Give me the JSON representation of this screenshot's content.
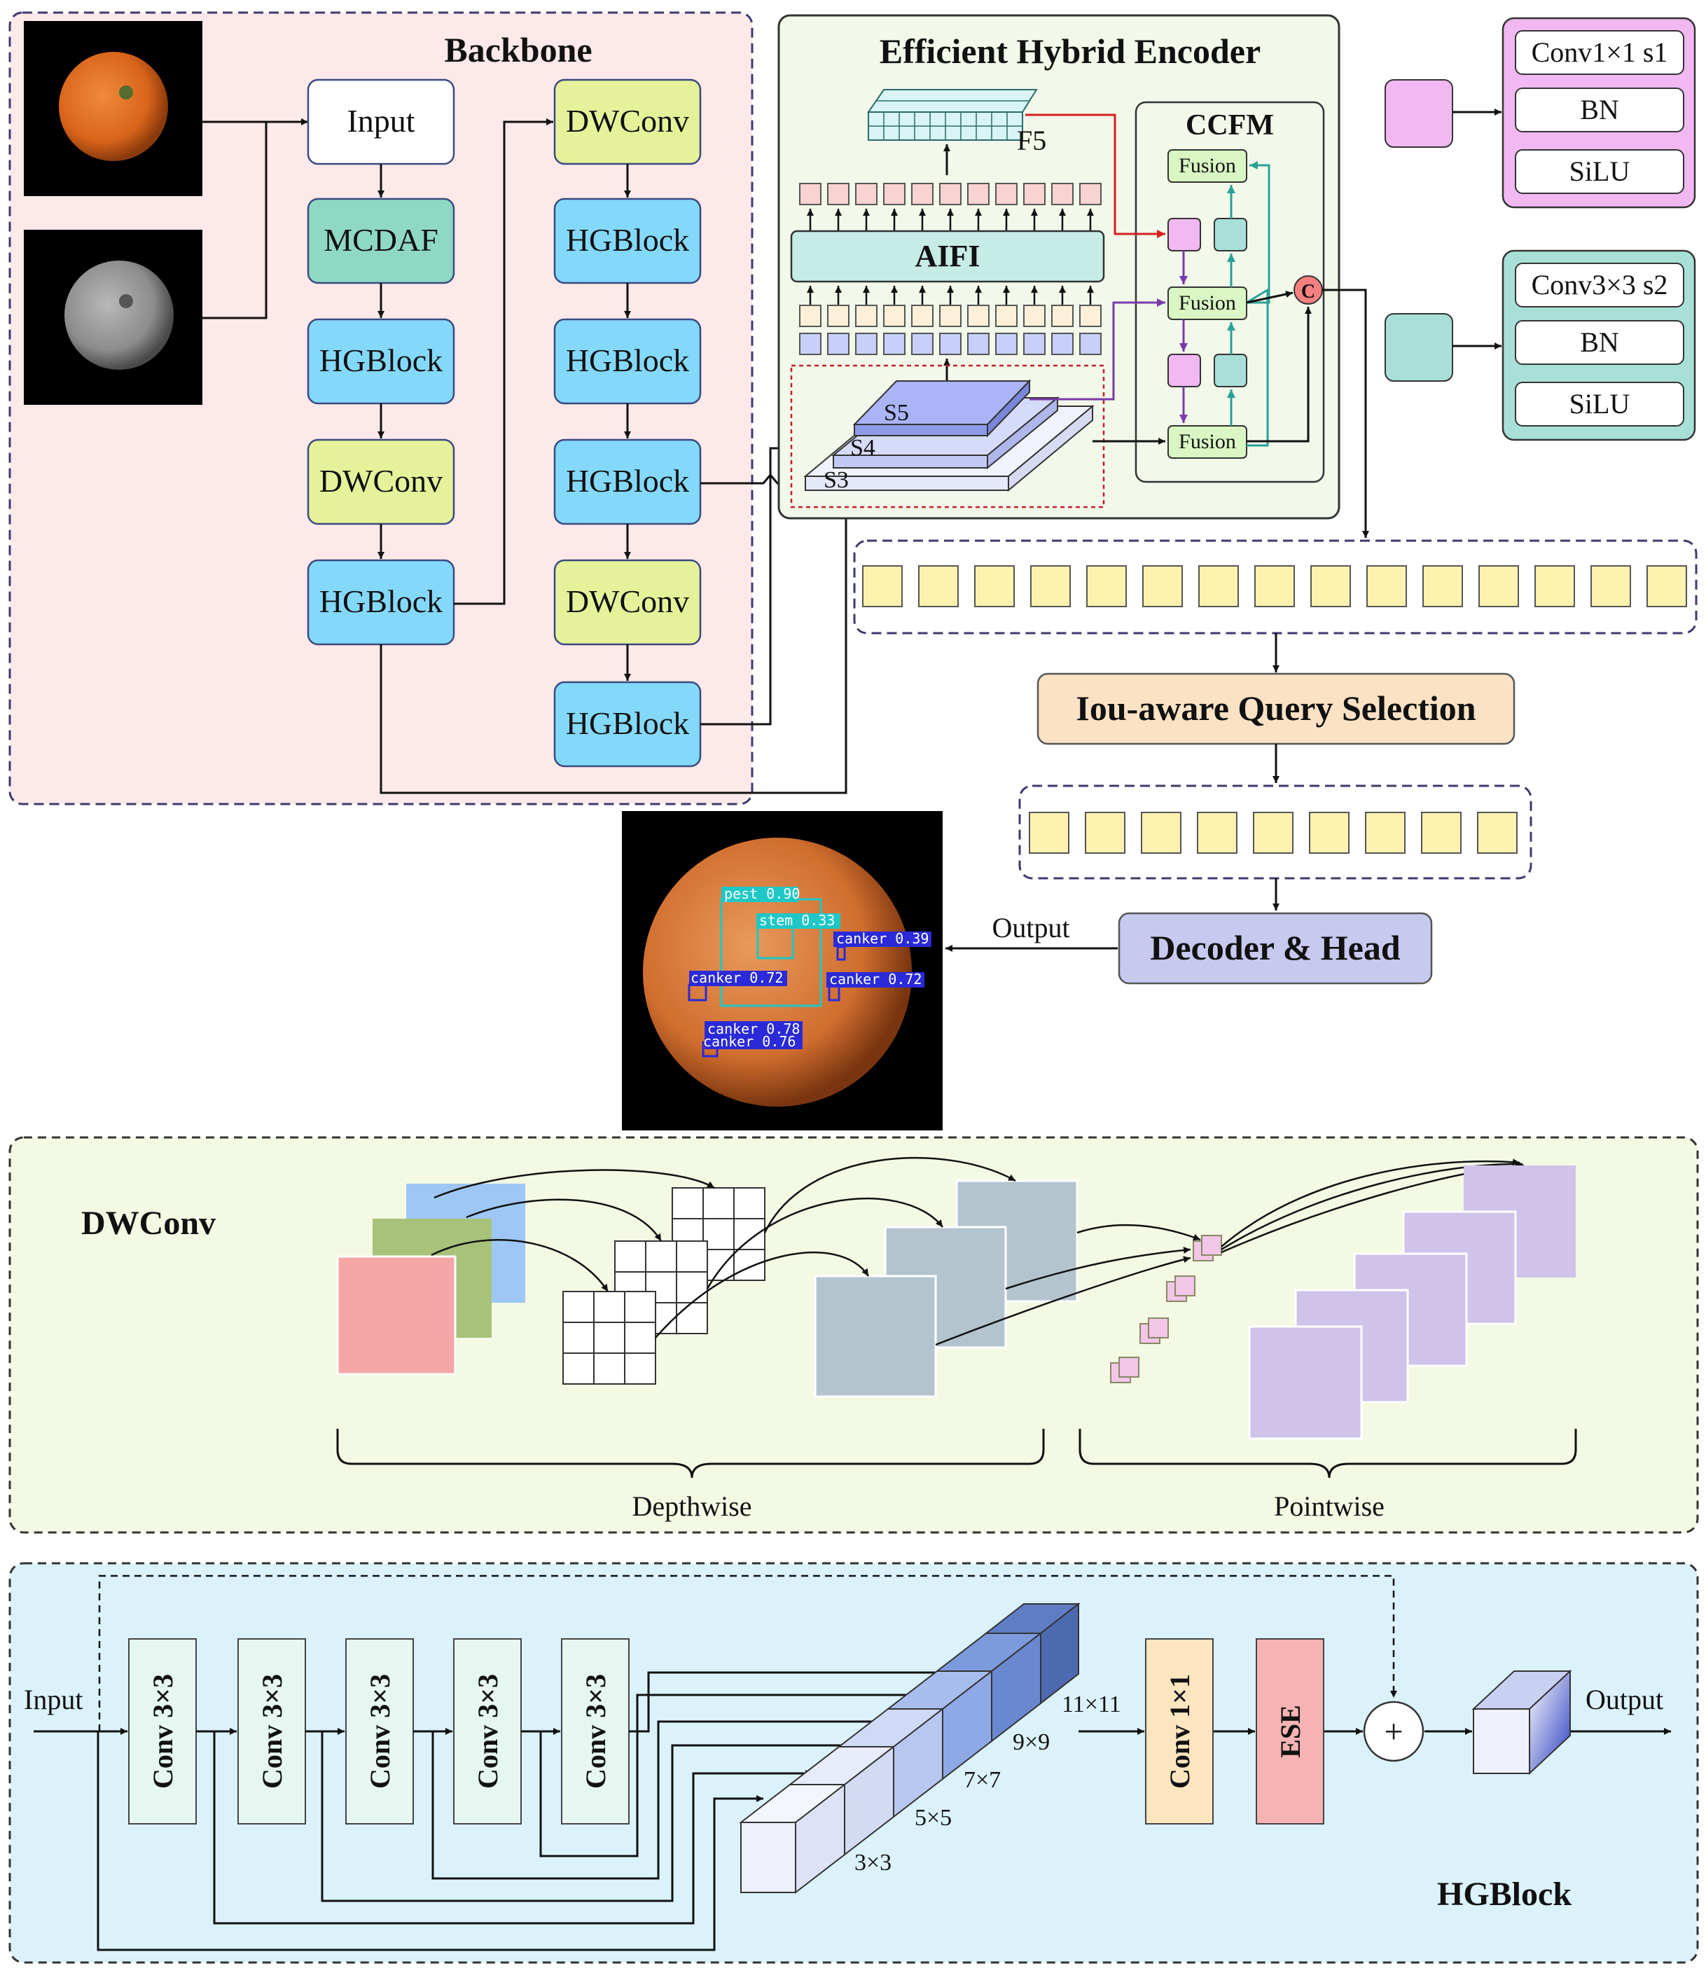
{
  "backbone": {
    "title": "Backbone",
    "nodes": [
      "Input",
      "MCDAF",
      "HGBlock",
      "DWConv",
      "HGBlock",
      "DWConv",
      "HGBlock",
      "HGBlock",
      "HGBlock",
      "DWConv",
      "HGBlock"
    ]
  },
  "encoder": {
    "title": "Efficient Hybrid Encoder",
    "aifi": "AIFI",
    "f5": "F5",
    "scales": [
      "S5",
      "S4",
      "S3"
    ],
    "ccfm_title": "CCFM",
    "fusion": [
      "Fusion",
      "Fusion",
      "Fusion"
    ],
    "concat": "C"
  },
  "legend": {
    "block1": [
      "Conv1×1 s1",
      "BN",
      "SiLU"
    ],
    "block2": [
      "Conv3×3 s2",
      "BN",
      "SiLU"
    ],
    "colors": {
      "pink": "#f2b8f2",
      "teal": "#a8e0d8"
    }
  },
  "query_selection": "Iou-aware Query Selection",
  "decoder": "Decoder & Head",
  "output_label": "Output",
  "detections": [
    "pest 0.90",
    "stem 0.33",
    "canker 0.39",
    "canker 0.72",
    "canker 0.72",
    "canker 0.78",
    "canker 0.76"
  ],
  "dwconv": {
    "title": "DWConv",
    "depthwise": "Depthwise",
    "pointwise": "Pointwise"
  },
  "hgblock": {
    "title": "HGBlock",
    "input": "Input",
    "output": "Output",
    "convs": [
      "Conv 3×3",
      "Conv 3×3",
      "Conv 3×3",
      "Conv 3×3",
      "Conv 3×3"
    ],
    "conv1": "Conv 1×1",
    "ese": "ESE",
    "kernels": [
      "3×3",
      "5×5",
      "7×7",
      "9×9",
      "11×11"
    ],
    "plus": "+"
  }
}
